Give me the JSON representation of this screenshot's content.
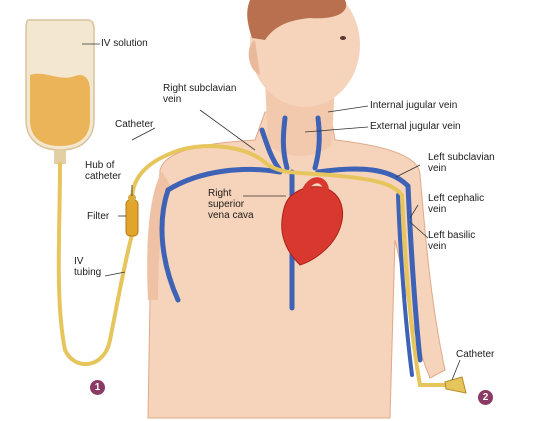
{
  "labels": {
    "iv_solution": "IV solution",
    "catheter_upper": "Catheter",
    "hub_of_catheter": "Hub of\ncatheter",
    "filter": "Filter",
    "iv_tubing": "IV\ntubing",
    "right_subclavian_vein": "Right subclavian\nvein",
    "internal_jugular_vein": "Internal jugular vein",
    "external_jugular_vein": "External jugular vein",
    "left_subclavian_vein": "Left subclavian\nvein",
    "right_superior_vena_cava": "Right\nsuperior\nvena cava",
    "left_cephalic_vein": "Left cephalic\nvein",
    "left_basilic_vein": "Left basilic\nvein",
    "catheter_lower": "Catheter"
  },
  "markers": {
    "marker_1": "1",
    "marker_2": "2"
  },
  "colors": {
    "background": "#ffffff",
    "skin": "#f6d3bb",
    "skin_shadow": "#e9b697",
    "hair": "#b8704e",
    "vein": "#3d62b6",
    "tubing": "#e7c55d",
    "iv_fluid": "#e9a83a",
    "heart": "#d9382e",
    "marker": "#8a3a63"
  }
}
